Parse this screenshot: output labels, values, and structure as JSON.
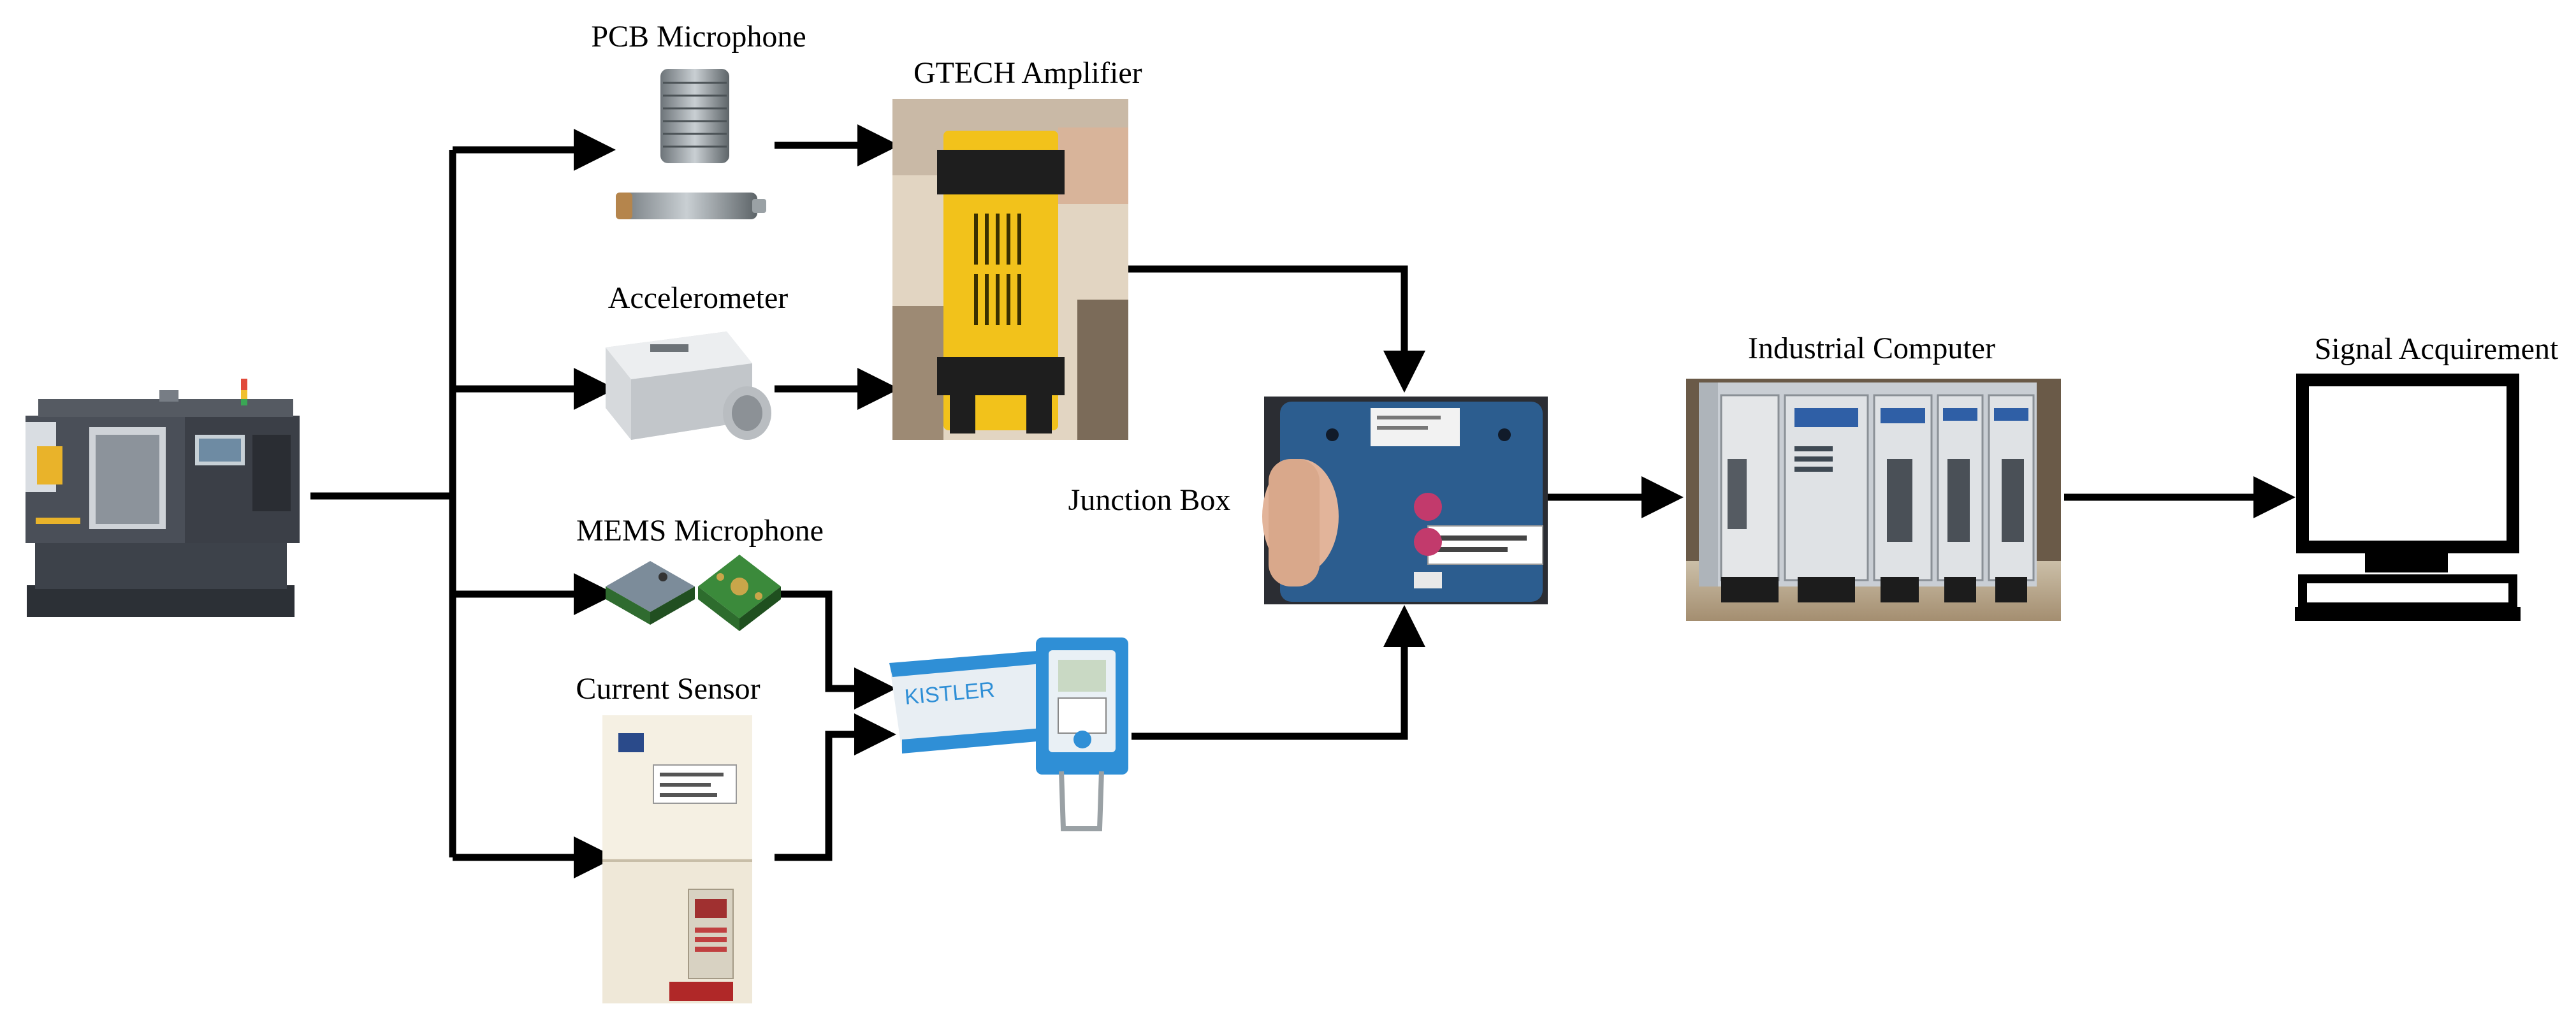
{
  "nodes": {
    "cnc_machine": {
      "icon": "cnc-machine-icon"
    },
    "pcb_microphone": {
      "label": "PCB Microphone",
      "icon": "pcb-microphone-icon"
    },
    "gtech_amplifier": {
      "label": "GTECH Amplifier",
      "icon": "amplifier-icon"
    },
    "accelerometer": {
      "label": "Accelerometer",
      "icon": "accelerometer-icon"
    },
    "mems_microphone": {
      "label": "MEMS Microphone",
      "icon": "mems-microphone-icon"
    },
    "current_sensor": {
      "label": "Current Sensor",
      "icon": "current-sensor-icon"
    },
    "kistler_unit": {
      "brand_text": "KISTLER",
      "icon": "kistler-charge-amplifier-icon"
    },
    "junction_box": {
      "label": "Junction Box",
      "icon": "junction-box-icon"
    },
    "industrial_computer": {
      "label": "Industrial Computer",
      "icon": "industrial-computer-icon"
    },
    "signal_acquirement": {
      "label": "Signal Acquirement",
      "icon": "monitor-icon"
    }
  },
  "edges": [
    {
      "from": "cnc_machine",
      "to": "pcb_microphone"
    },
    {
      "from": "cnc_machine",
      "to": "accelerometer"
    },
    {
      "from": "cnc_machine",
      "to": "mems_microphone"
    },
    {
      "from": "cnc_machine",
      "to": "current_sensor"
    },
    {
      "from": "pcb_microphone",
      "to": "gtech_amplifier"
    },
    {
      "from": "accelerometer",
      "to": "gtech_amplifier"
    },
    {
      "from": "mems_microphone",
      "to": "kistler_unit"
    },
    {
      "from": "current_sensor",
      "to": "kistler_unit"
    },
    {
      "from": "gtech_amplifier",
      "to": "junction_box"
    },
    {
      "from": "kistler_unit",
      "to": "junction_box"
    },
    {
      "from": "junction_box",
      "to": "industrial_computer"
    },
    {
      "from": "industrial_computer",
      "to": "signal_acquirement"
    }
  ],
  "colors": {
    "line": "#000000",
    "amplifier_yellow": "#f2c21b",
    "kistler_blue": "#2f8fd6",
    "junction_blue": "#2c5d8f",
    "machine_dark": "#3b3f47"
  }
}
